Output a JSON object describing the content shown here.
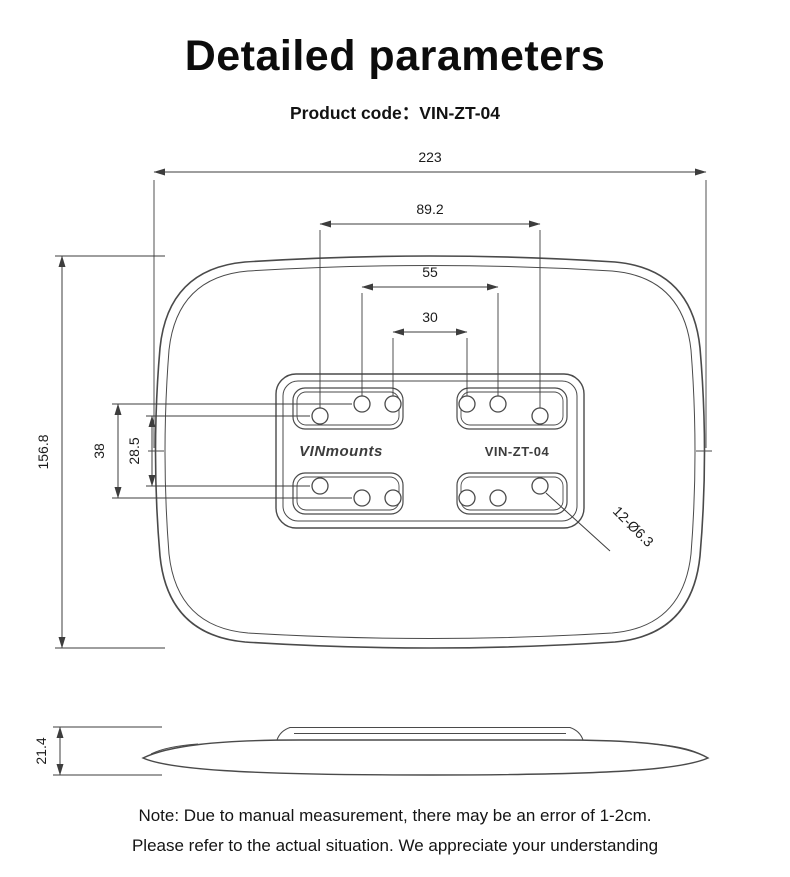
{
  "page": {
    "title": "Detailed parameters",
    "product_code_label": "Product code：",
    "product_code_value": "VIN-ZT-04",
    "note_line1": "Note: Due to manual measurement, there may be an error of 1-2cm.",
    "note_line2": "Please refer to the actual situation. We appreciate your understanding"
  },
  "drawing": {
    "brand_text": "VINmounts",
    "model_text": "VIN-ZT-04",
    "dimensions": {
      "overall_width": "223",
      "overall_height": "156.8",
      "span_h_outer": "89.2",
      "span_h_middle": "55",
      "span_h_inner": "30",
      "span_v_outer": "38",
      "span_v_inner": "28.5",
      "holes_callout": "12-Ø6.3",
      "thickness": "21.4"
    }
  },
  "colors": {
    "ink": "#3d3d3d",
    "background": "#ffffff"
  }
}
